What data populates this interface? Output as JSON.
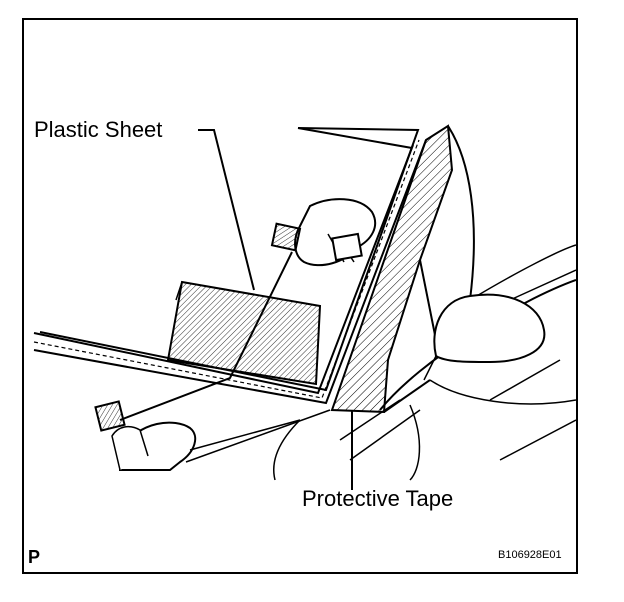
{
  "labels": {
    "plastic_sheet": "Plastic Sheet",
    "protective_tape": "Protective Tape",
    "corner_letter": "P",
    "figure_code": "B106928E01"
  }
}
